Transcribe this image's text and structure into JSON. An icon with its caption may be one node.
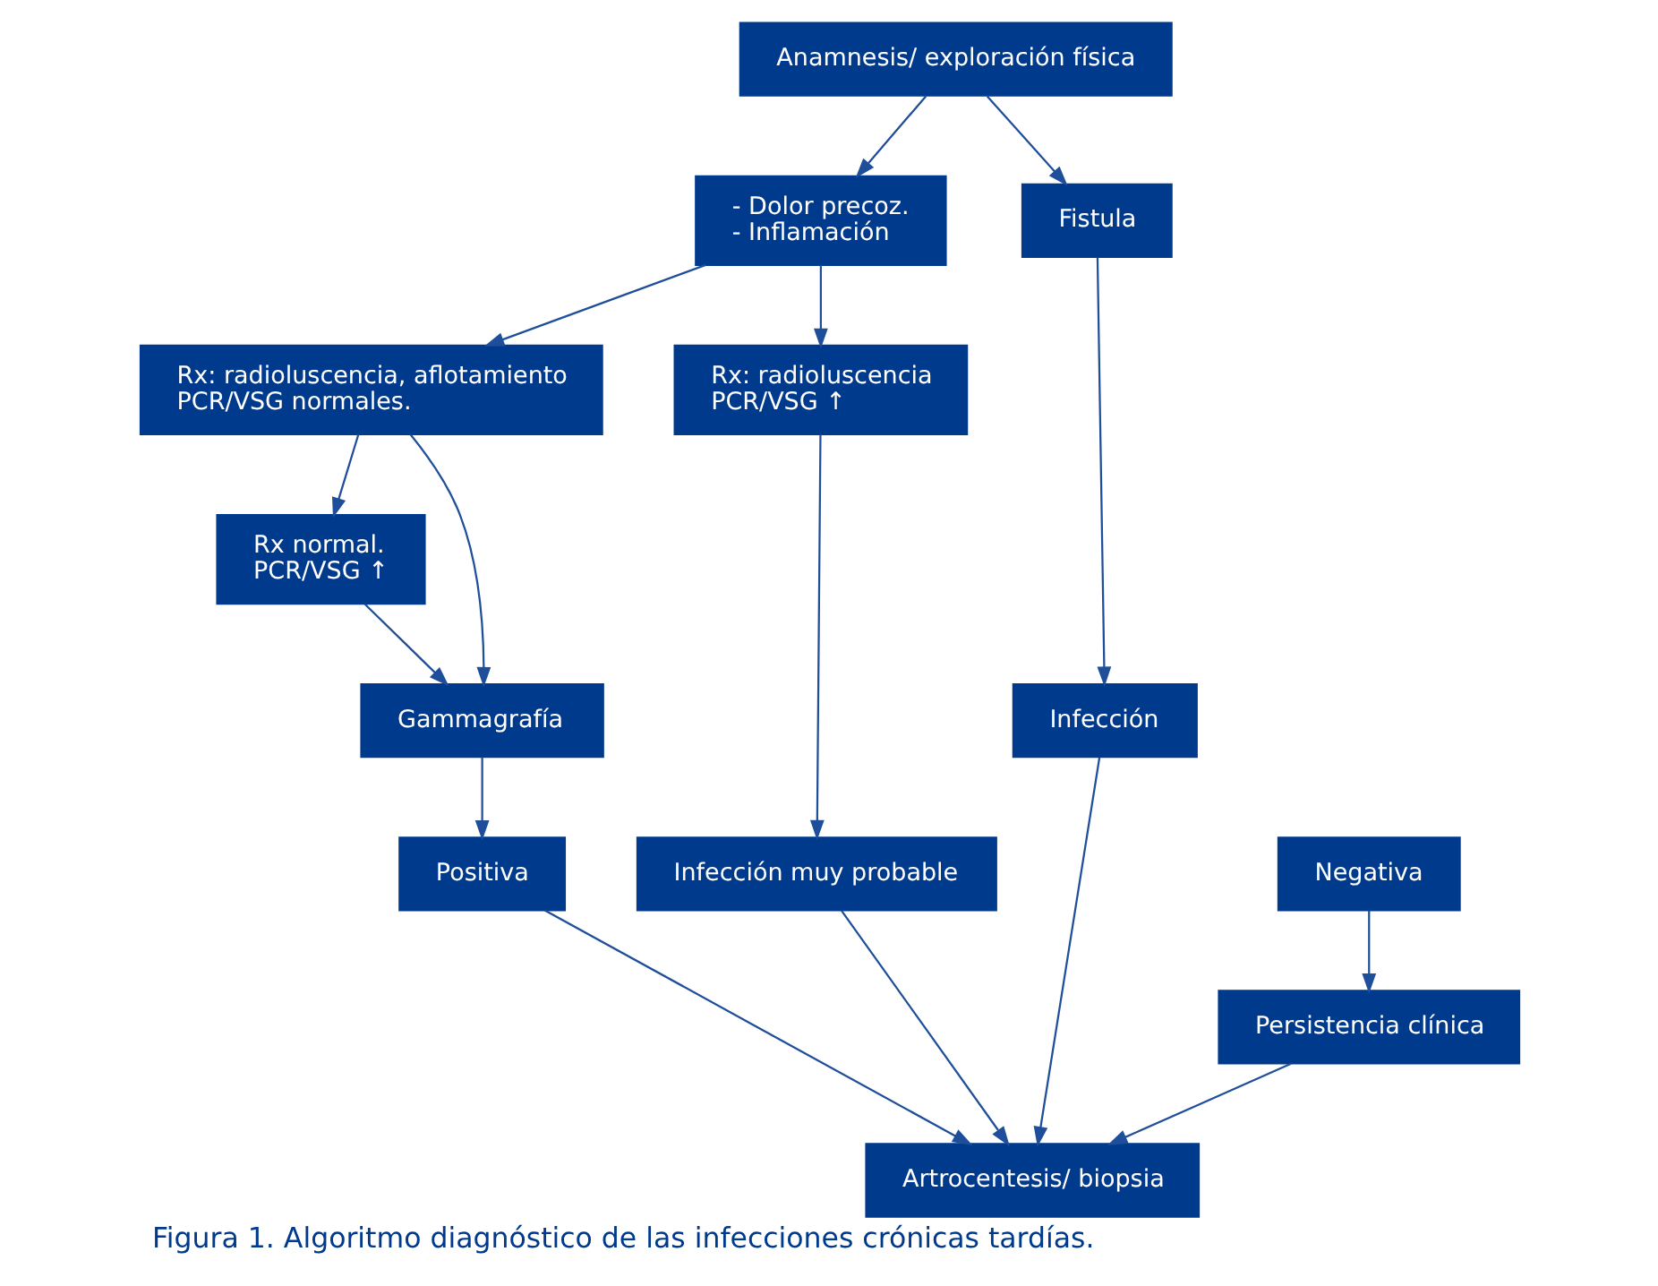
{
  "diagram": {
    "caption": "Figura 1. Algoritmo diagnóstico de las infecciones crónicas tardías.",
    "nodes": [
      {
        "text": [
          "Anamnesis/ exploración física"
        ]
      },
      {
        "text": [
          "- Dolor precoz.",
          "- Inflamación"
        ]
      },
      {
        "text": [
          "Fistula"
        ]
      },
      {
        "text": [
          "Rx: radioluscencia, aflotamiento",
          "PCR/VSG normales."
        ]
      },
      {
        "text": [
          "Rx: radioluscencia",
          "PCR/VSG ↑"
        ]
      },
      {
        "text": [
          "Rx normal.",
          "PCR/VSG ↑"
        ]
      },
      {
        "text": [
          "Gammagrafía"
        ]
      },
      {
        "text": [
          "Infección muy probable"
        ]
      },
      {
        "text": [
          "Infección"
        ]
      },
      {
        "text": [
          "Artrocentesis/ biopsia"
        ]
      },
      {
        "text": [
          "Positiva"
        ]
      },
      {
        "text": [
          "Negativa"
        ]
      },
      {
        "text": [
          "Persistencia clínica"
        ]
      }
    ],
    "edges": [
      {
        "from": 0,
        "to": 1,
        "arrow": "to"
      },
      {
        "from": 0,
        "to": 2,
        "arrow": "to"
      },
      {
        "from": 1,
        "to": 3,
        "arrow": "to"
      },
      {
        "from": 1,
        "to": 4,
        "arrow": "to"
      },
      {
        "from": 2,
        "to": 8,
        "arrow": "to"
      },
      {
        "from": 3,
        "to": 5,
        "arrow": "to"
      },
      {
        "from": 3,
        "to": 6,
        "arrow": "to"
      },
      {
        "from": 4,
        "to": 7,
        "arrow": "to"
      },
      {
        "from": 5,
        "to": 6,
        "arrow": "to"
      },
      {
        "from": 6,
        "to": 10,
        "arrow": "to"
      },
      {
        "from": 7,
        "to": 9,
        "arrow": "to"
      },
      {
        "from": 8,
        "to": 9,
        "arrow": "to"
      },
      {
        "from": 10,
        "to": 9,
        "arrow": "to"
      },
      {
        "from": 11,
        "to": 12,
        "arrow": "to"
      },
      {
        "from": 12,
        "to": 9,
        "arrow": "to"
      }
    ]
  }
}
